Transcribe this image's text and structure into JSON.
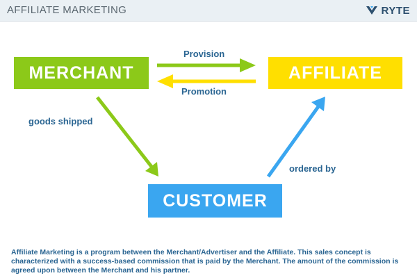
{
  "header": {
    "title": "AFFILIATE MARKETING",
    "brand": "RYTE",
    "brand_icon": "ryte-logo-icon"
  },
  "diagram": {
    "nodes": {
      "merchant": "MERCHANT",
      "affiliate": "AFFILIATE",
      "customer": "CUSTOMER"
    },
    "edges": {
      "provision": "Provision",
      "promotion": "Promotion",
      "goods_shipped": "goods shipped",
      "ordered_by": "ordered by"
    }
  },
  "description": "Affiliate Marketing is a program between the Merchant/Advertiser and the Affiliate. This sales concept is characterized with a success-based commission that is paid by the Merchant. The amount of the commission is agreed upon between the Merchant and his partner.",
  "colors": {
    "merchant": "#8cc919",
    "affiliate": "#ffdf00",
    "customer": "#3aa6f0",
    "text": "#2a6592",
    "header_bg": "#eaf0f4"
  }
}
